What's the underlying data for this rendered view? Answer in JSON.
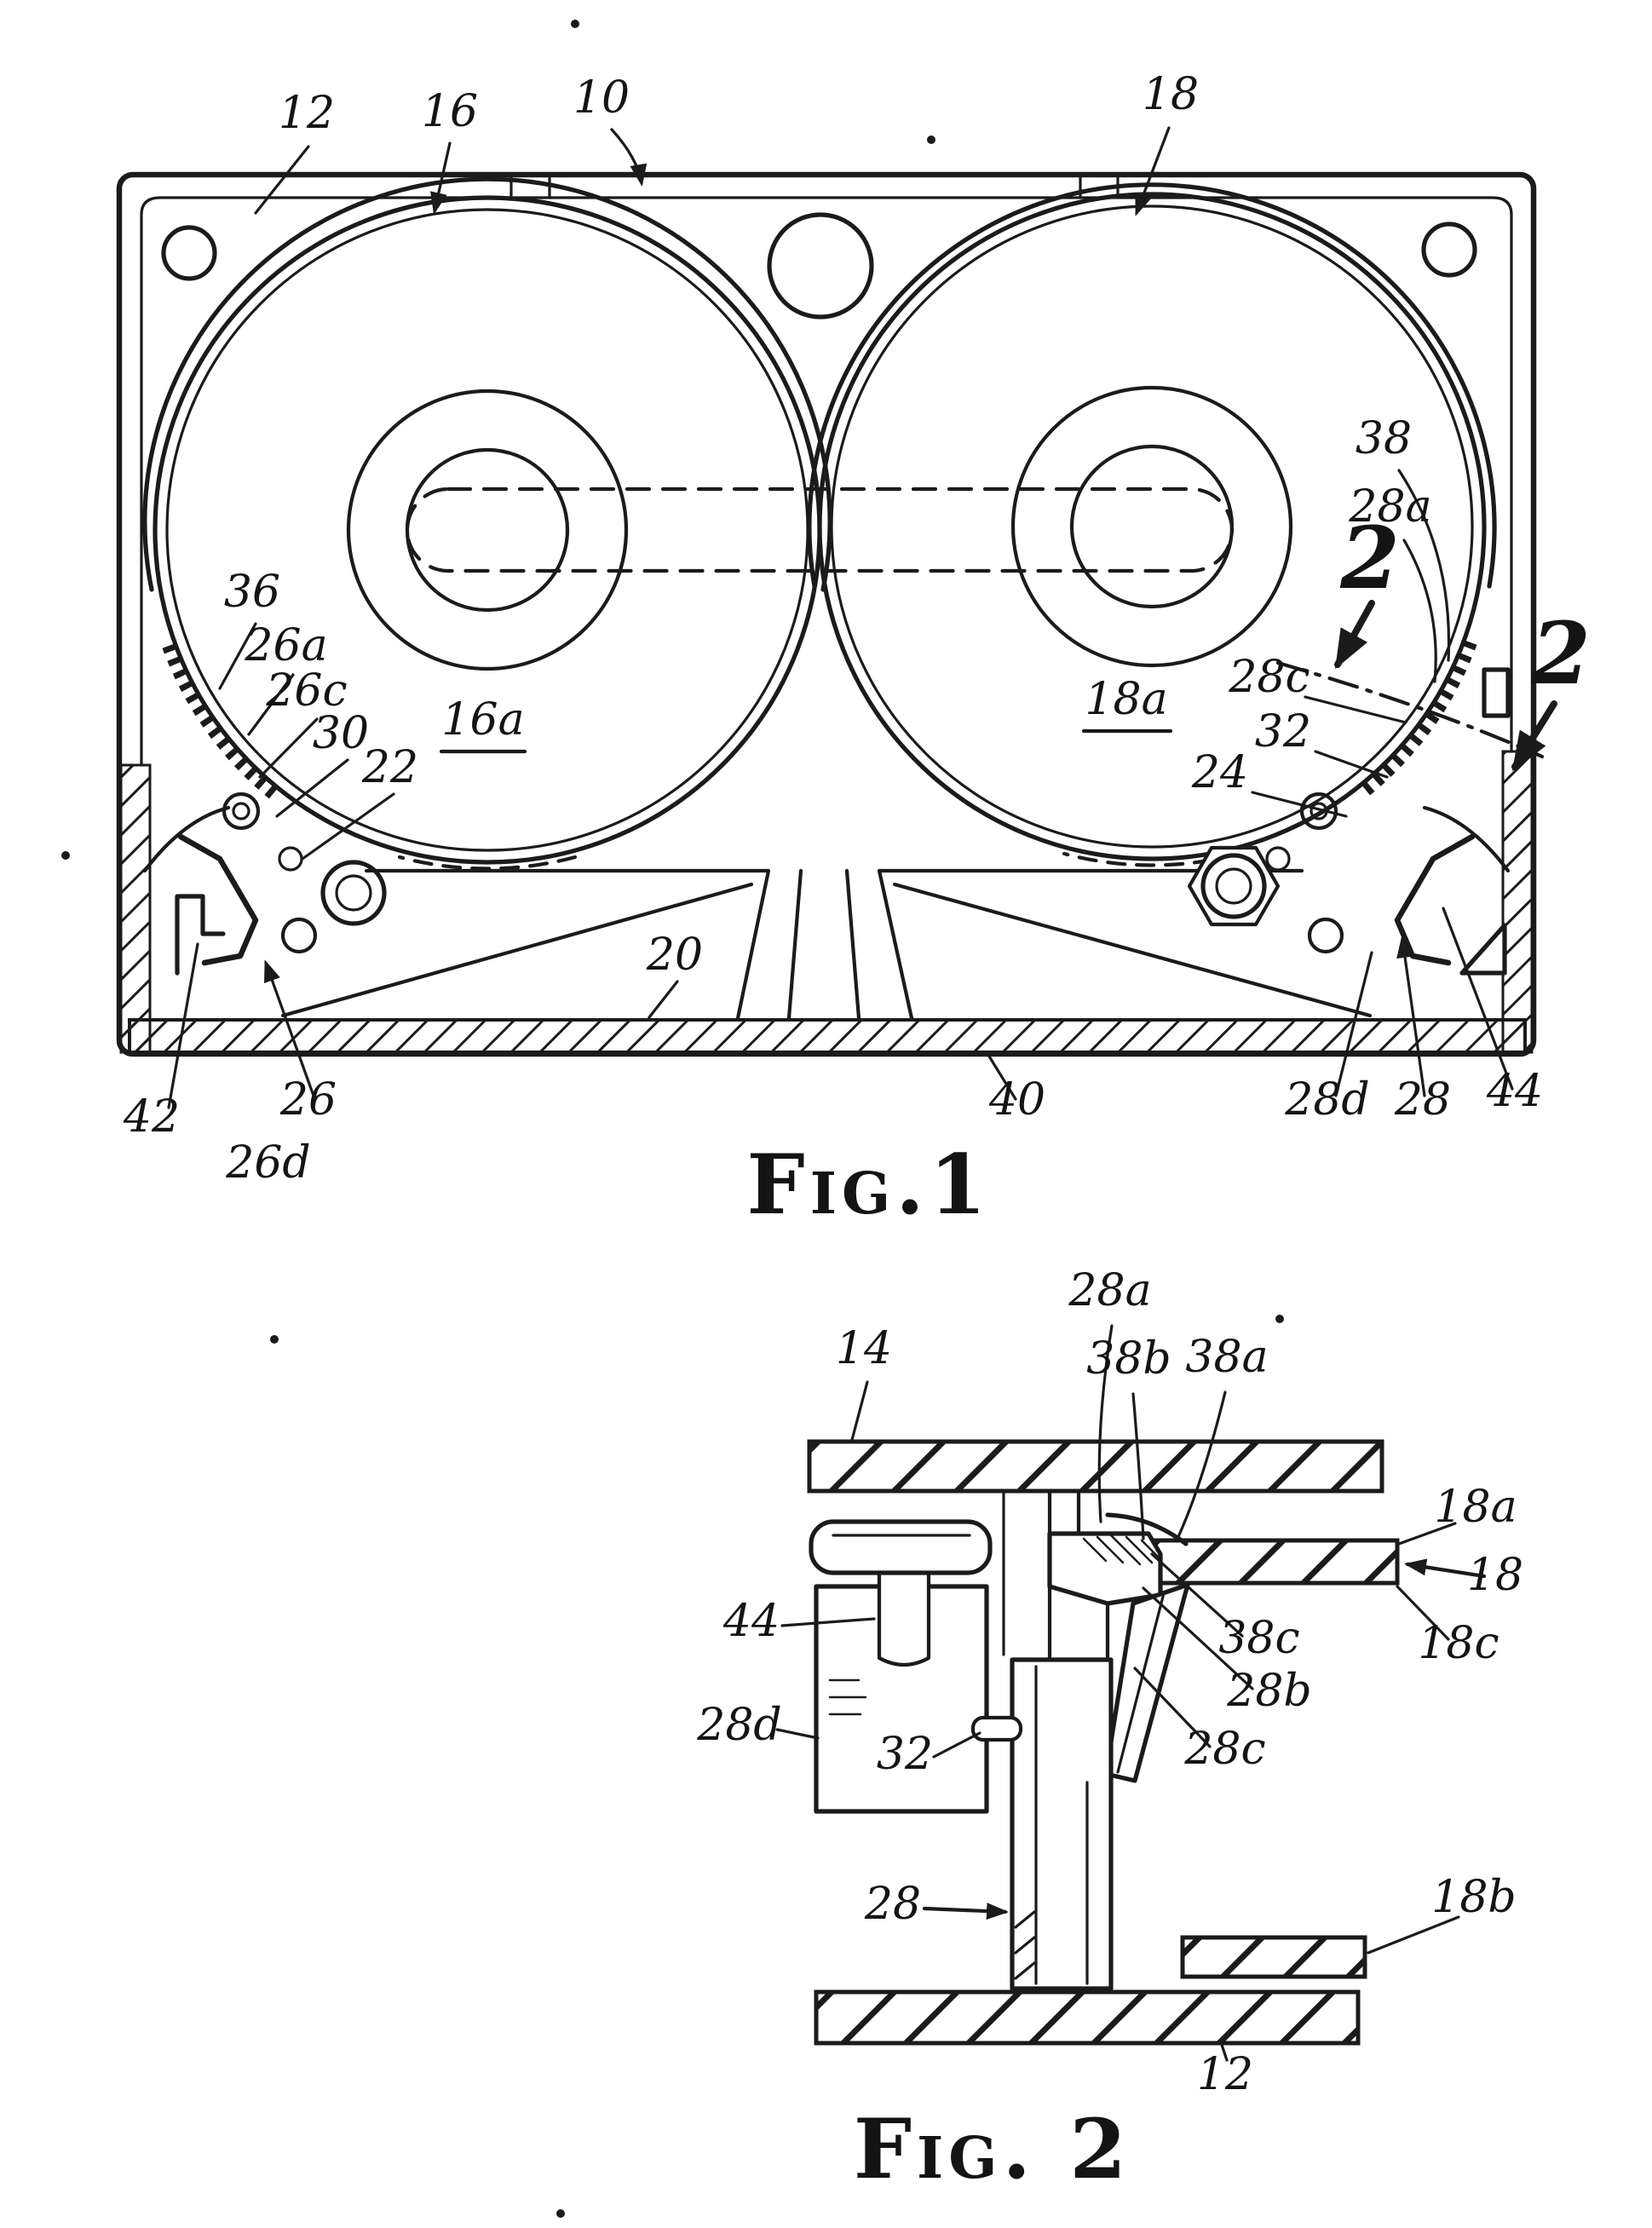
{
  "meta": {
    "ink_color": "#1b1b1b",
    "paper_color": "#ffffff"
  },
  "fig1": {
    "caption": "Fig.1",
    "labels": {
      "n12": "12",
      "n16": "16",
      "n10": "10",
      "n18": "18",
      "n38": "38",
      "n28a": "28a",
      "sec2_left": "2",
      "sec2_right": "2",
      "n28c": "28c",
      "n32": "32",
      "n24": "24",
      "n36": "36",
      "n26a": "26a",
      "n26c": "26c",
      "n30": "30",
      "n22": "22",
      "n16a": "16a",
      "n18a": "18a",
      "n20": "20",
      "n40": "40",
      "n42": "42",
      "n26": "26",
      "n26d": "26d",
      "n28d": "28d",
      "n28": "28",
      "n44": "44"
    }
  },
  "fig2": {
    "caption": "Fig. 2",
    "labels": {
      "n28a": "28a",
      "n14": "14",
      "n38b": "38b",
      "n38a": "38a",
      "n18a": "18a",
      "n18": "18",
      "n18c": "18c",
      "n44": "44",
      "n38c": "38c",
      "n28b": "28b",
      "n28d": "28d",
      "n32": "32",
      "n28c": "28c",
      "n28": "28",
      "n18b": "18b",
      "n12": "12"
    }
  }
}
